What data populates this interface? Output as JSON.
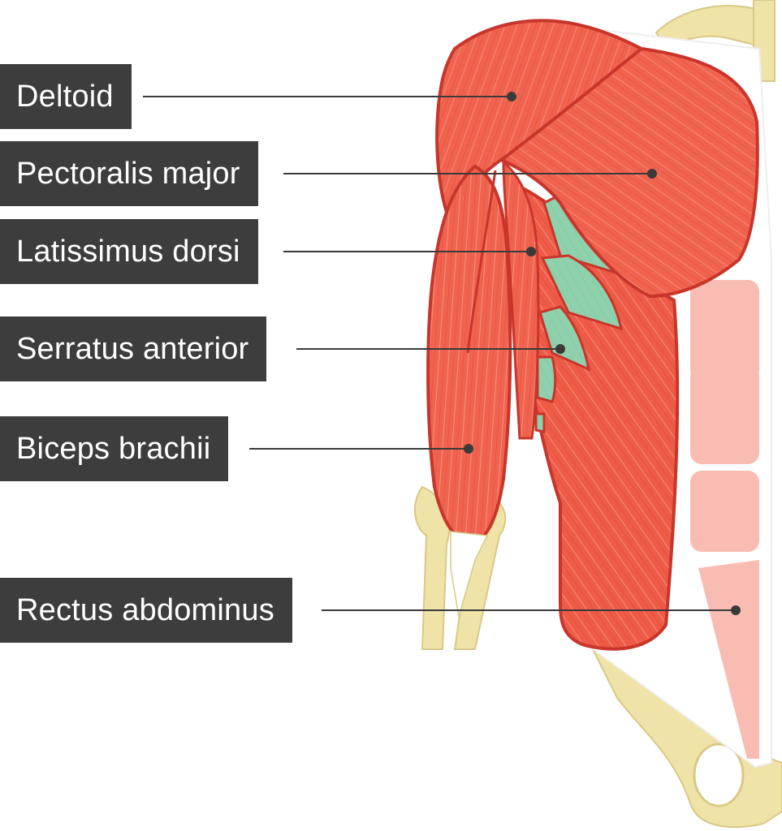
{
  "labels": {
    "deltoid": "Deltoid",
    "pectoralis_major": "Pectoralis major",
    "latissimus_dorsi": "Latissimus dorsi",
    "serratus_anterior": "Serratus anterior",
    "biceps_brachii": "Biceps brachii",
    "rectus_abdominus": "Rectus abdominus"
  },
  "colors": {
    "label_background": "#3d3d3d",
    "label_text": "#ffffff",
    "muscle": "#f0634f",
    "muscle_outline": "#c8352b",
    "serratus": "#8fd1ac",
    "bone": "#efe3a8",
    "rectus": "#f9bcb3"
  }
}
